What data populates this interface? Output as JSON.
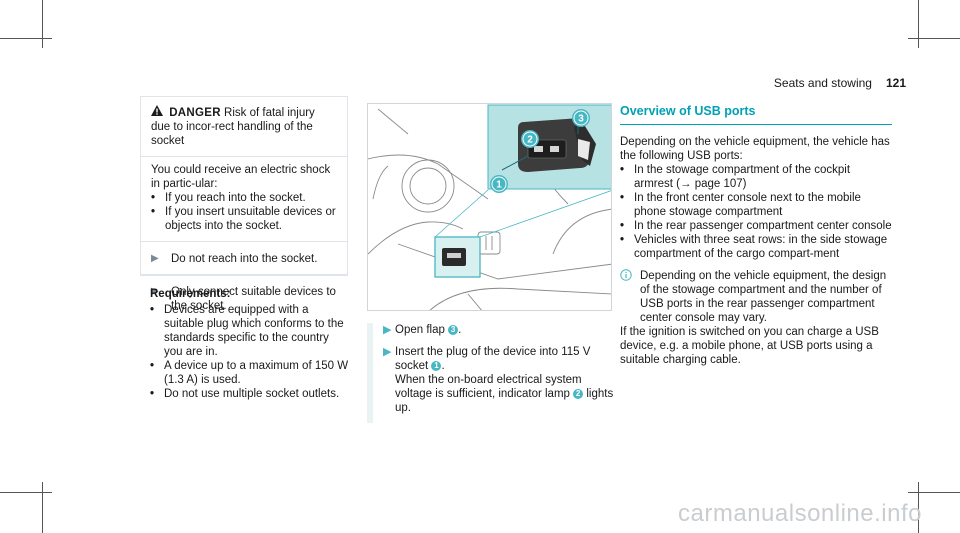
{
  "header": {
    "section": "Seats and stowing",
    "page": "121"
  },
  "danger": {
    "label": "DANGER",
    "title": "Risk of fatal injury due to incor-rect handling of the socket",
    "intro": "You could receive an electric shock in partic-ular:",
    "bullets": [
      "If you reach into the socket.",
      "If you insert unsuitable devices or objects into the socket."
    ],
    "steps": [
      "Do not reach into the socket.",
      "Only connect suitable devices to the socket."
    ]
  },
  "requirements": {
    "title": "Requirements:",
    "items": [
      "Devices are equipped with a suitable plug which conforms to the standards specific to the country you are in.",
      "A device up to a maximum of 150 W (1.3 A) is used.",
      "Do not use multiple socket outlets."
    ]
  },
  "figure": {
    "callouts": [
      "1",
      "2",
      "3"
    ],
    "accent": "#47b7c4"
  },
  "middle": {
    "step1_pre": "Open flap",
    "step1_num": "3",
    "step2_pre": "Insert the plug of the device into 115 V socket",
    "step2_num": "1",
    "step2_mid": "When the on-board electrical system voltage is sufficient, indicator lamp",
    "step2_num2": "2",
    "step2_post": "lights up."
  },
  "overview": {
    "title": "Overview of USB ports",
    "intro": "Depending on the vehicle equipment, the vehicle has the following USB ports:",
    "items": [
      "In the stowage compartment of the cockpit armrest (→ page 107)",
      "In the front center console next to the mobile phone stowage compartment",
      "In the rear passenger compartment center console",
      "Vehicles with three seat rows: in the side stowage compartment of the cargo compart-ment"
    ],
    "note": "Depending on the vehicle equipment, the design of the stowage compartment and the number of USB ports in the rear passenger compartment center console may vary.",
    "closing": "If the ignition is switched on you can charge a USB device, e.g. a mobile phone, at USB ports using a suitable charging cable."
  },
  "watermark": "carmanualsonline.info"
}
